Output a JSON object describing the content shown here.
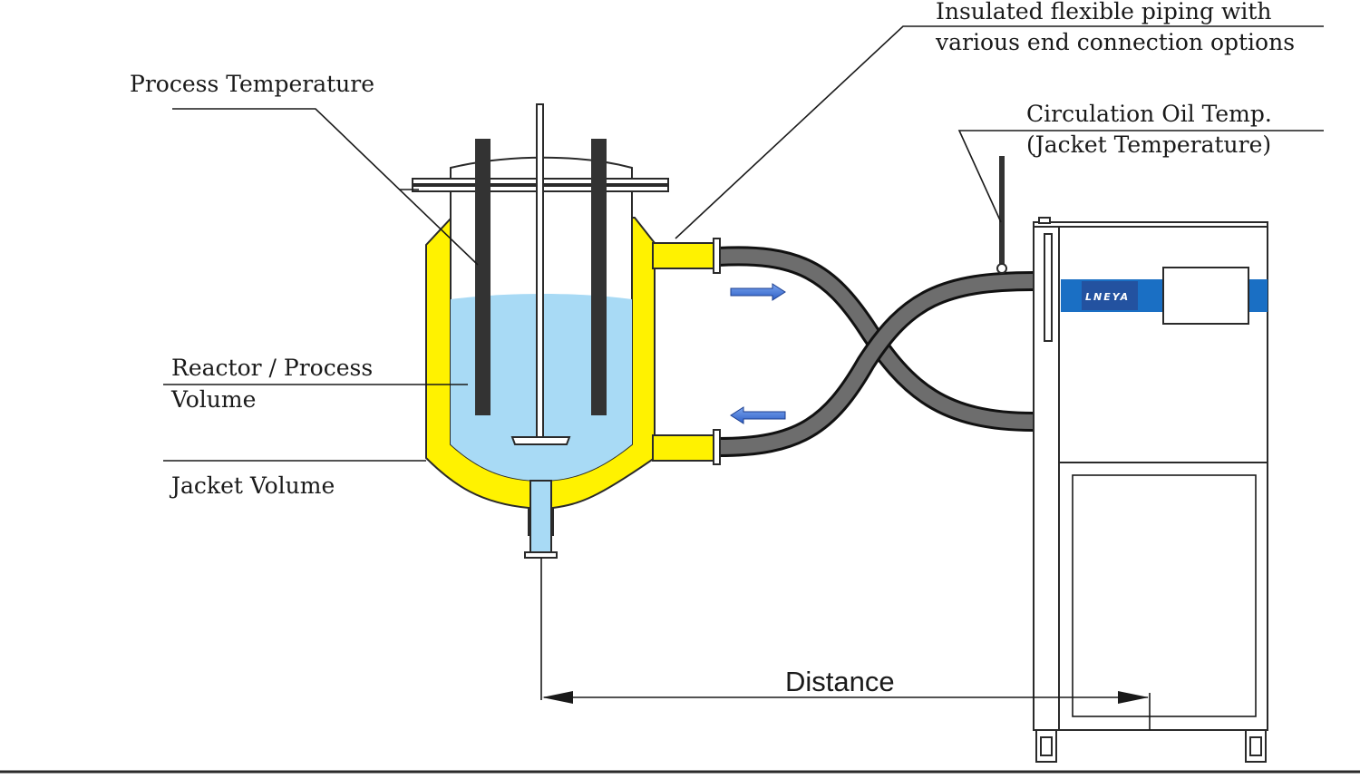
{
  "labels": {
    "process_temperature": "Process Temperature",
    "piping_line1": "Insulated flexible piping with",
    "piping_line2": "various end connection options",
    "circulation_line1": "Circulation Oil Temp.",
    "circulation_line2": "(Jacket Temperature)",
    "reactor_line1": "Reactor / Process",
    "reactor_line2": "Volume",
    "jacket_volume": "Jacket Volume",
    "distance": "Distance"
  },
  "unit": {
    "brand": "LNEYA"
  },
  "colors": {
    "jacket": "#fff200",
    "process_liquid": "#a8daf5",
    "hose": "#6d6d6d",
    "probe": "#333333",
    "brand_band": "#1a6fc4",
    "flow_arrow": "#3f74d6"
  },
  "icons": {
    "flow_out": "arrow-right-icon",
    "flow_return": "arrow-left-icon"
  }
}
